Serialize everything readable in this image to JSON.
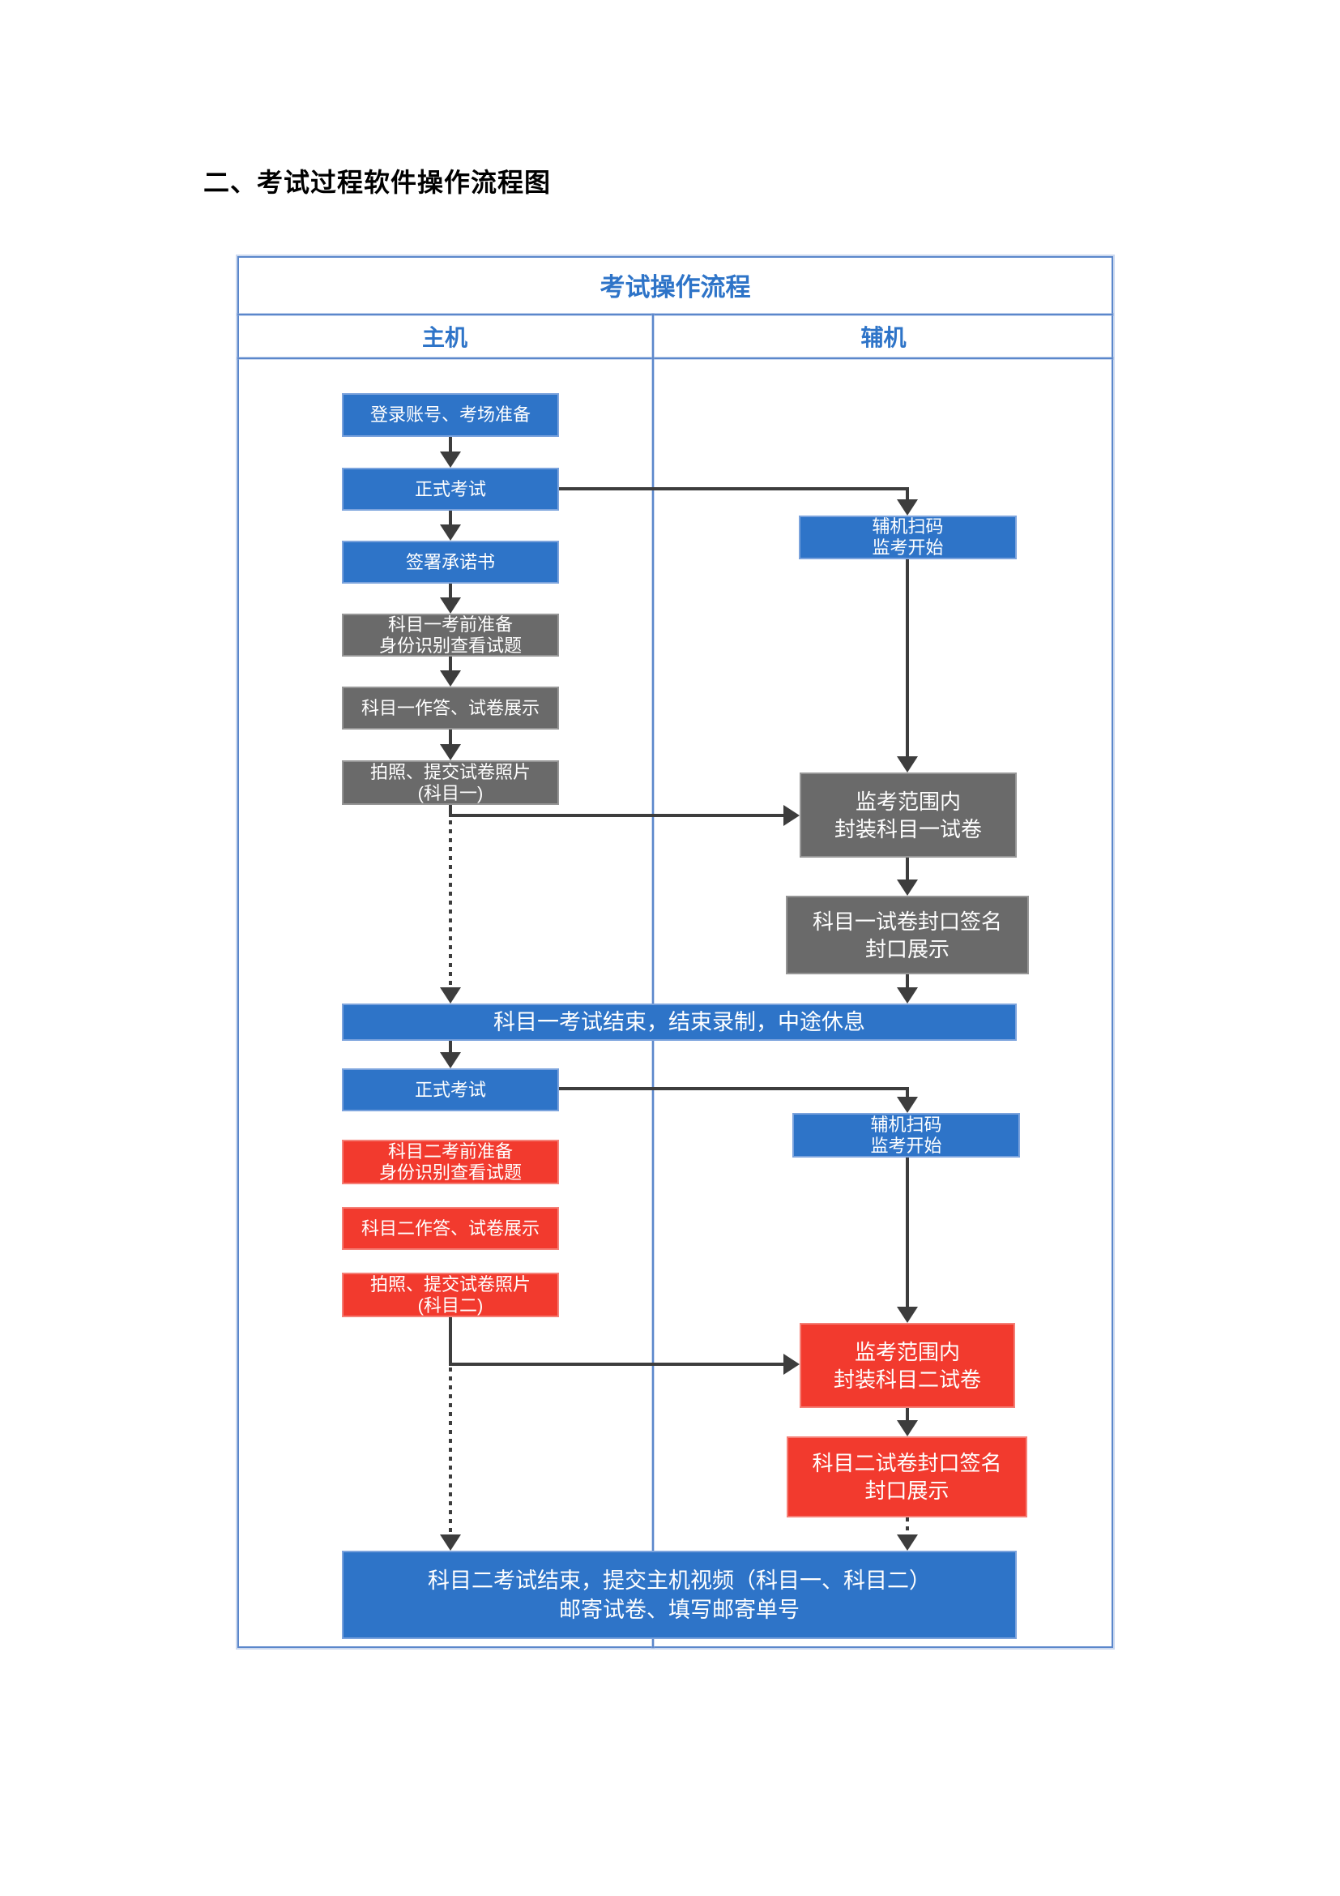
{
  "page_title": "二、考试过程软件操作流程图",
  "flowchart": {
    "title": "考试操作流程",
    "columns": {
      "left": "主机",
      "right": "辅机"
    },
    "colors": {
      "node_blue": "#2e74c8",
      "node_gray": "#6a6a6a",
      "node_red": "#f23a2e",
      "frame_border": "#5b87cb",
      "header_text": "#2e74c8",
      "arrow": "#3d3d3d",
      "node_text": "#ffffff"
    },
    "nodes": {
      "login": {
        "line1": "登录账号、考场准备"
      },
      "exam1": {
        "line1": "正式考试"
      },
      "commitment": {
        "line1": "签署承诺书"
      },
      "prep1": {
        "line1": "科目一考前准备",
        "line2": "身份识别查看试题"
      },
      "answer1": {
        "line1": "科目一作答、试卷展示"
      },
      "photo1": {
        "line1": "拍照、提交试卷照片",
        "line2": "(科目一)"
      },
      "scan1": {
        "line1": "辅机扫码",
        "line2": "监考开始"
      },
      "seal1": {
        "line1": "监考范围内",
        "line2": "封装科目一试卷"
      },
      "sign1": {
        "line1": "科目一试卷封口签名",
        "line2": "封口展示"
      },
      "break1": {
        "line1": "科目一考试结束，结束录制，中途休息"
      },
      "exam2": {
        "line1": "正式考试"
      },
      "prep2": {
        "line1": "科目二考前准备",
        "line2": "身份识别查看试题"
      },
      "answer2": {
        "line1": "科目二作答、试卷展示"
      },
      "photo2": {
        "line1": "拍照、提交试卷照片",
        "line2": "(科目二)"
      },
      "scan2": {
        "line1": "辅机扫码",
        "line2": "监考开始"
      },
      "seal2": {
        "line1": "监考范围内",
        "line2": "封装科目二试卷"
      },
      "sign2": {
        "line1": "科目二试卷封口签名",
        "line2": "封口展示"
      },
      "final": {
        "line1": "科目二考试结束，提交主机视频（科目一、科目二）",
        "line2": "邮寄试卷、填写邮寄单号"
      }
    }
  }
}
